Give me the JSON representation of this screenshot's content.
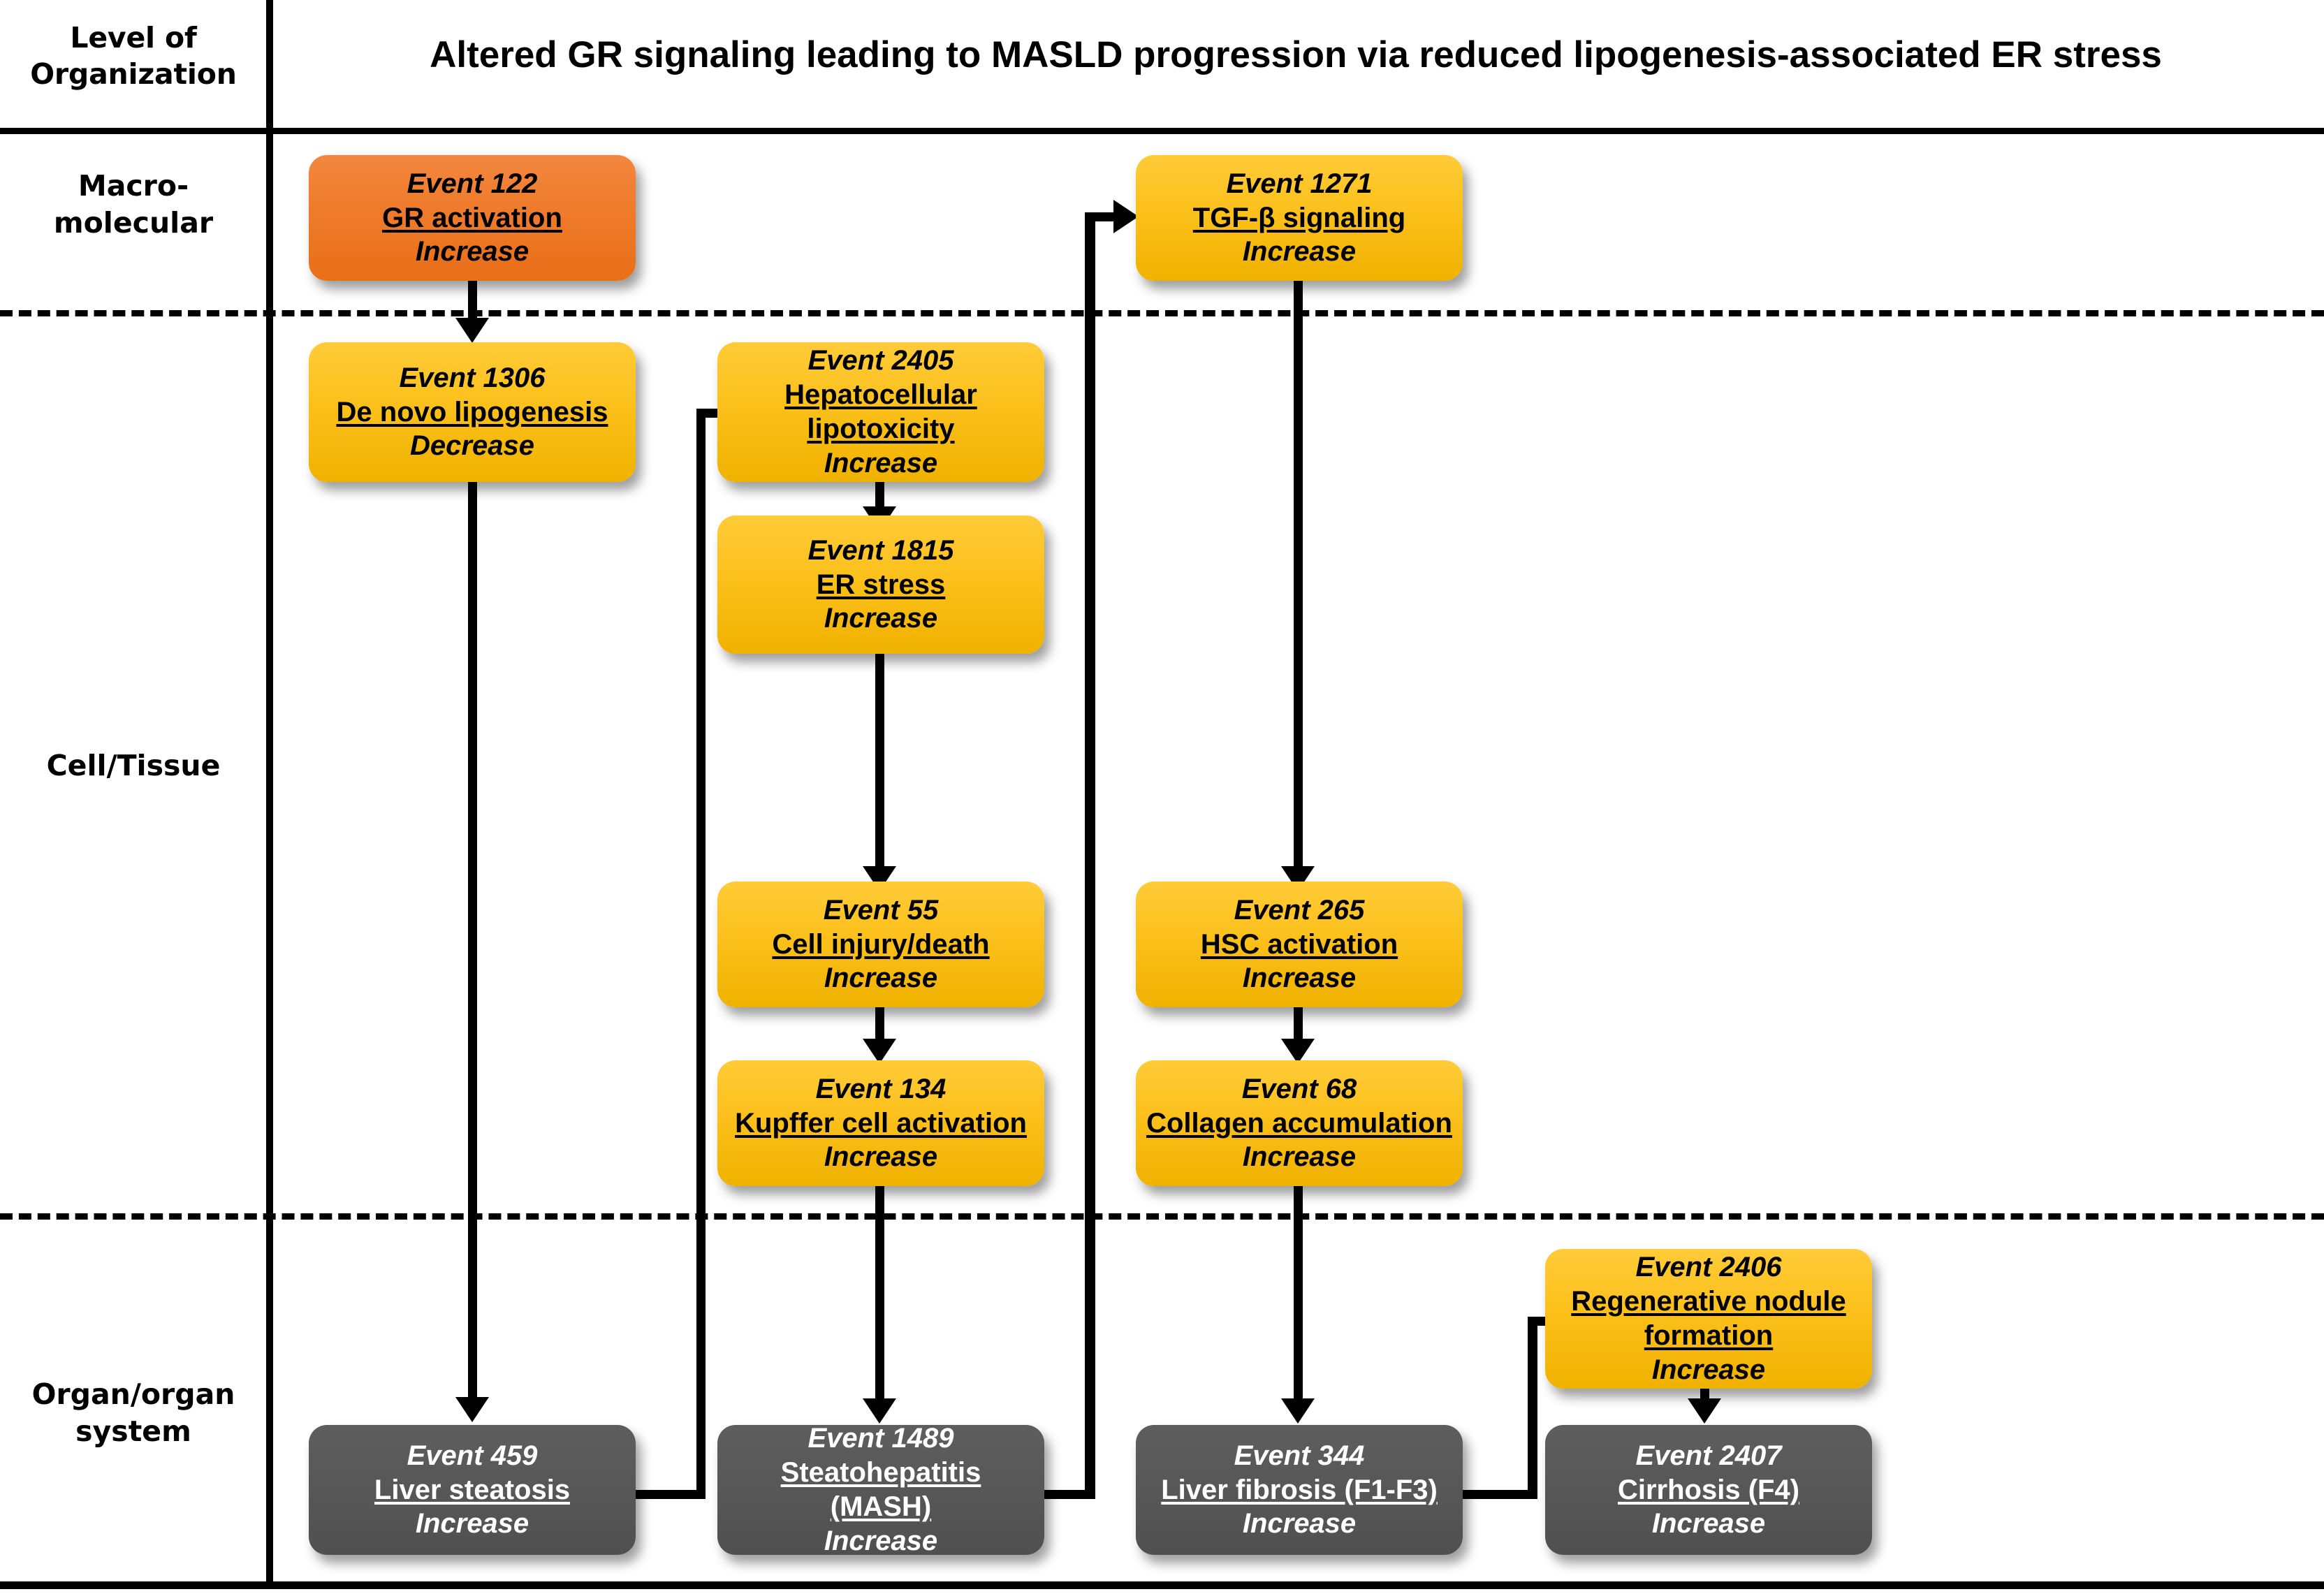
{
  "header": {
    "level_label_line1": "Level of",
    "level_label_line2": "Organization",
    "title": "Altered GR signaling leading to MASLD progression via reduced lipogenesis-associated ER stress"
  },
  "tiers": [
    {
      "id": "macromolecular",
      "line1": "Macro-",
      "line2": "molecular"
    },
    {
      "id": "cell-tissue",
      "line1": "Cell/Tissue",
      "line2": ""
    },
    {
      "id": "organ",
      "line1": "Organ/organ",
      "line2": "system"
    }
  ],
  "colors": {
    "orange": "#EE7A2A",
    "yellow": "#FBC01B",
    "gray": "#575757",
    "line": "#000000",
    "background": "#FFFFFF"
  },
  "nodes": [
    {
      "id": "e122",
      "event": "Event 122",
      "name": "GR activation",
      "direction": "Increase",
      "color": "orange",
      "tier": "macromolecular"
    },
    {
      "id": "e1271",
      "event": "Event 1271",
      "name": "TGF-β signaling",
      "direction": "Increase",
      "color": "yellow",
      "tier": "macromolecular"
    },
    {
      "id": "e1306",
      "event": "Event 1306",
      "name": "De novo lipogenesis",
      "direction": "Decrease",
      "color": "yellow",
      "tier": "cell-tissue"
    },
    {
      "id": "e2405",
      "event": "Event 2405",
      "name": "Hepatocellular lipotoxicity",
      "direction": "Increase",
      "color": "yellow",
      "tier": "cell-tissue"
    },
    {
      "id": "e1815",
      "event": "Event 1815",
      "name": "ER stress",
      "direction": "Increase",
      "color": "yellow",
      "tier": "cell-tissue"
    },
    {
      "id": "e55",
      "event": "Event 55",
      "name": "Cell injury/death",
      "direction": "Increase",
      "color": "yellow",
      "tier": "cell-tissue"
    },
    {
      "id": "e265",
      "event": "Event 265",
      "name": "HSC activation",
      "direction": "Increase",
      "color": "yellow",
      "tier": "cell-tissue"
    },
    {
      "id": "e134",
      "event": "Event 134",
      "name": "Kupffer cell activation",
      "direction": "Increase",
      "color": "yellow",
      "tier": "cell-tissue"
    },
    {
      "id": "e68",
      "event": "Event 68",
      "name": "Collagen accumulation",
      "direction": "Increase",
      "color": "yellow",
      "tier": "cell-tissue"
    },
    {
      "id": "e2406",
      "event": "Event 2406",
      "name": "Regenerative nodule formation",
      "direction": "Increase",
      "color": "yellow",
      "tier": "organ"
    },
    {
      "id": "e459",
      "event": "Event 459",
      "name": "Liver steatosis",
      "direction": "Increase",
      "color": "gray",
      "tier": "organ"
    },
    {
      "id": "e1489",
      "event": "Event 1489",
      "name": "Steatohepatitis (MASH)",
      "direction": "Increase",
      "color": "gray",
      "tier": "organ"
    },
    {
      "id": "e344",
      "event": "Event 344",
      "name": "Liver fibrosis (F1-F3)",
      "direction": "Increase",
      "color": "gray",
      "tier": "organ"
    },
    {
      "id": "e2407",
      "event": "Event 2407",
      "name": "Cirrhosis (F4)",
      "direction": "Increase",
      "color": "gray",
      "tier": "organ"
    }
  ],
  "edges": [
    {
      "from": "e122",
      "to": "e1306"
    },
    {
      "from": "e1306",
      "to": "e459"
    },
    {
      "from": "e459",
      "to": "e2405"
    },
    {
      "from": "e2405",
      "to": "e1815"
    },
    {
      "from": "e1815",
      "to": "e55"
    },
    {
      "from": "e55",
      "to": "e134"
    },
    {
      "from": "e134",
      "to": "e1489"
    },
    {
      "from": "e1489",
      "to": "e1271"
    },
    {
      "from": "e1271",
      "to": "e265"
    },
    {
      "from": "e265",
      "to": "e68"
    },
    {
      "from": "e68",
      "to": "e344"
    },
    {
      "from": "e344",
      "to": "e2406"
    },
    {
      "from": "e2406",
      "to": "e2407"
    }
  ]
}
